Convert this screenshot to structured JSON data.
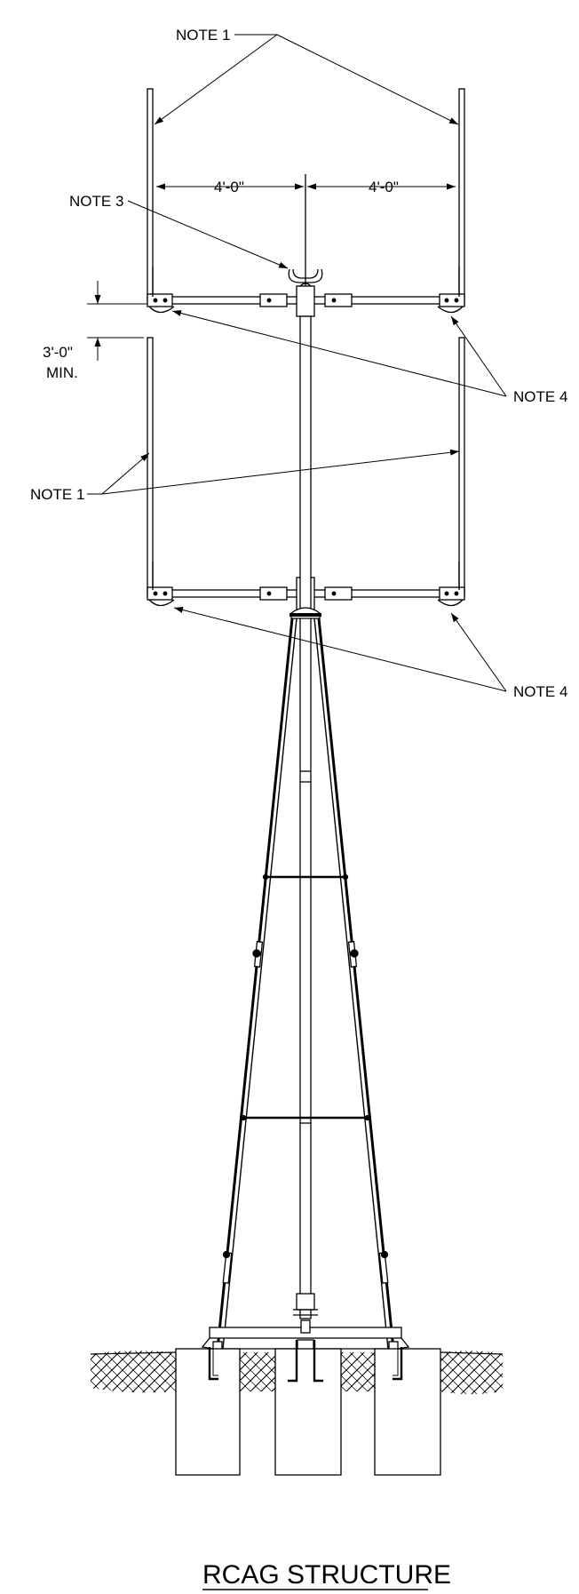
{
  "labels": {
    "note1_top": "NOTE 1",
    "note3": "NOTE 3",
    "dim_left": "4'-0\"",
    "dim_right": "4'-0\"",
    "dim_vertical": "3'-0\"",
    "dim_vertical_min": "MIN.",
    "note4_upper": "NOTE 4",
    "note1_mid": "NOTE 1",
    "note4_lower": "NOTE 4"
  },
  "title": "RCAG STRUCTURE"
}
